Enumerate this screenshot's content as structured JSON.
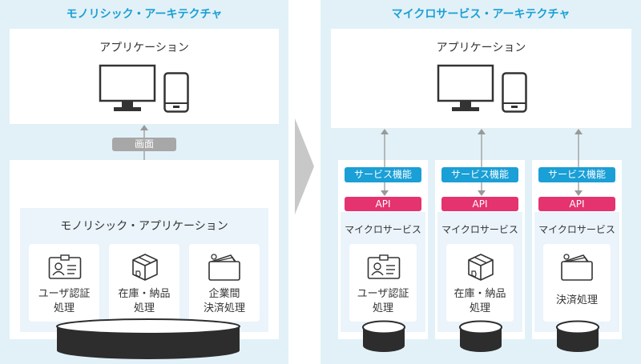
{
  "monolith": {
    "title": "モノリシック・アーキテクチャ",
    "app_label": "アプリケーション",
    "screen_badge": "画面",
    "inner_title": "モノリシック・アプリケーション",
    "modules": [
      {
        "line1": "ユーザ認証",
        "line2": "処理",
        "icon": "id-card-icon"
      },
      {
        "line1": "在庫・納品",
        "line2": "処理",
        "icon": "package-icon"
      },
      {
        "line1": "企業間",
        "line2": "決済処理",
        "icon": "wallet-icon"
      }
    ]
  },
  "micro": {
    "title": "マイクロサービス・アーキテクチャ",
    "app_label": "アプリケーション",
    "services": [
      {
        "feature": "サービス機能",
        "api": "API",
        "name": "マイクロサービス",
        "line1": "ユーザ認証",
        "line2": "処理",
        "icon": "id-card-icon"
      },
      {
        "feature": "サービス機能",
        "api": "API",
        "name": "マイクロサービス",
        "line1": "在庫・納品",
        "line2": "処理",
        "icon": "package-icon"
      },
      {
        "feature": "サービス機能",
        "api": "API",
        "name": "マイクロサービス",
        "line1": "決済処理",
        "line2": "",
        "icon": "wallet-icon"
      }
    ]
  },
  "colors": {
    "accent": "#1a9fd6",
    "api": "#e4336f",
    "panel": "#e2f1f7",
    "badge_gray": "#a7a7a7",
    "db": "#2d2d2d"
  }
}
